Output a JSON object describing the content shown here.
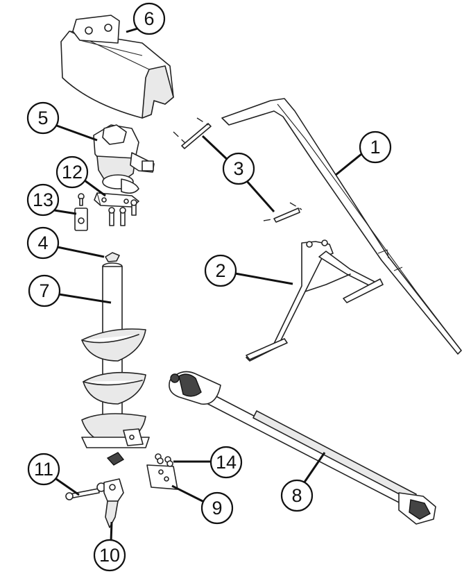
{
  "callouts": [
    {
      "id": "1",
      "label": "1"
    },
    {
      "id": "2",
      "label": "2"
    },
    {
      "id": "3",
      "label": "3"
    },
    {
      "id": "4",
      "label": "4"
    },
    {
      "id": "5",
      "label": "5"
    },
    {
      "id": "6",
      "label": "6"
    },
    {
      "id": "7",
      "label": "7"
    },
    {
      "id": "8",
      "label": "8"
    },
    {
      "id": "9",
      "label": "9"
    },
    {
      "id": "10",
      "label": "10"
    },
    {
      "id": "11",
      "label": "11"
    },
    {
      "id": "12",
      "label": "12"
    },
    {
      "id": "13",
      "label": "13"
    },
    {
      "id": "14",
      "label": "14"
    }
  ],
  "colors": {
    "line": "#111111",
    "background": "#ffffff",
    "shade": "#e9e9e9"
  }
}
